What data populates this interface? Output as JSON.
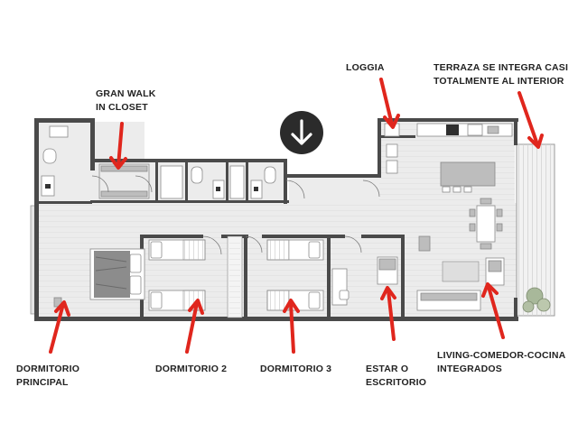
{
  "accent_color": "#e0261d",
  "badge_color": "#2b2b2b",
  "direction_icon": "arrow-down-icon",
  "labels": {
    "gran_walk_1": "GRAN WALK",
    "gran_walk_2": "IN CLOSET",
    "loggia": "LOGGIA",
    "terraza_1": "TERRAZA SE INTEGRA CASI",
    "terraza_2": "TOTALMENTE AL INTERIOR",
    "dorm_principal_1": "DORMITORIO",
    "dorm_principal_2": "PRINCIPAL",
    "dorm_2": "DORMITORIO 2",
    "dorm_3": "DORMITORIO 3",
    "estar_1": "ESTAR O",
    "estar_2": "ESCRITORIO",
    "living_1": "LIVING-COMEDOR-COCINA",
    "living_2": "INTEGRADOS"
  }
}
